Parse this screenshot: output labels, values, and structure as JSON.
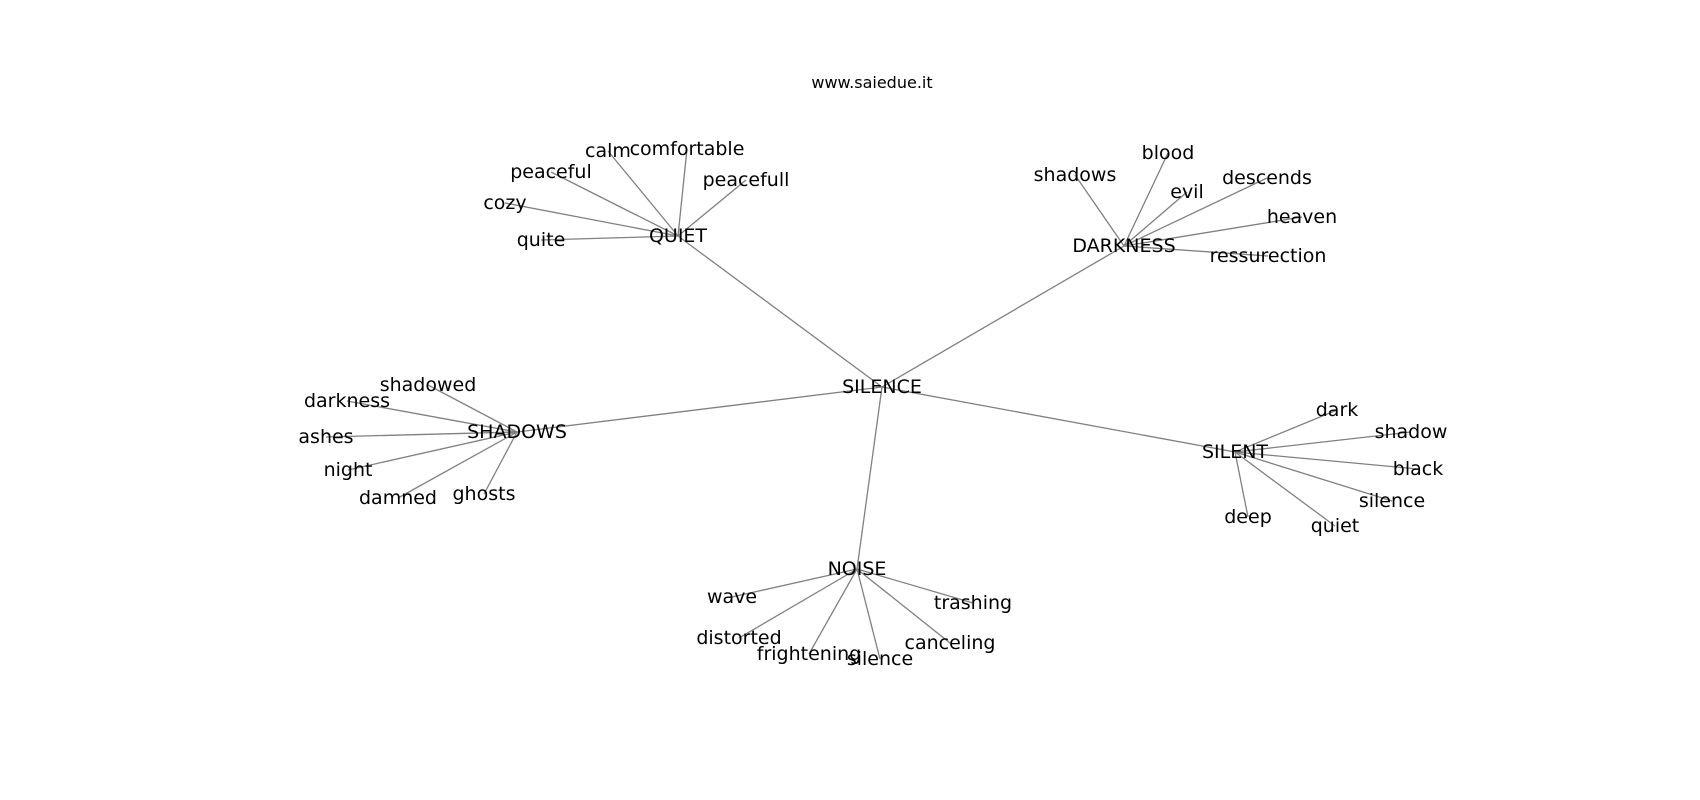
{
  "header": {
    "site": "www.saiedue.it"
  },
  "center": "SILENCE",
  "clusters": [
    {
      "hub": "QUIET",
      "words": [
        "quite",
        "cozy",
        "peaceful",
        "calm",
        "comfortable",
        "peacefull"
      ]
    },
    {
      "hub": "DARKNESS",
      "words": [
        "shadows",
        "blood",
        "evil",
        "descends",
        "heaven",
        "ressurection"
      ]
    },
    {
      "hub": "SHADOWS",
      "words": [
        "shadowed",
        "darkness",
        "ashes",
        "night",
        "damned",
        "ghosts"
      ]
    },
    {
      "hub": "SILENT",
      "words": [
        "dark",
        "shadow",
        "black",
        "silence",
        "quiet",
        "deep"
      ]
    },
    {
      "hub": "NOISE",
      "words": [
        "wave",
        "distorted",
        "frightening",
        "silence",
        "canceling",
        "trashing"
      ]
    }
  ]
}
